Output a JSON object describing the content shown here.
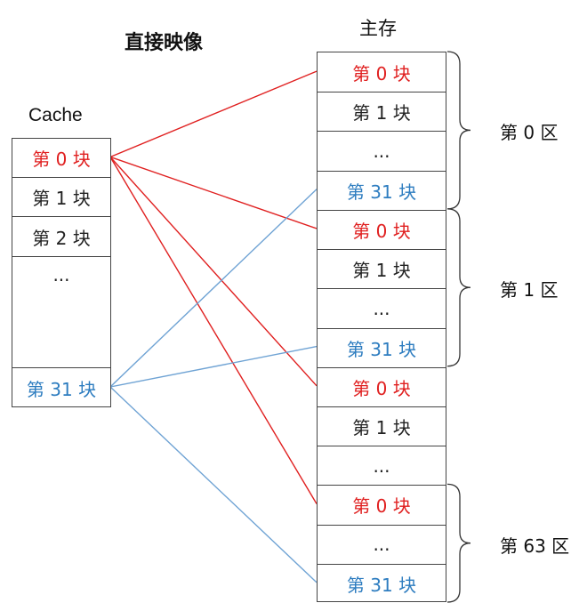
{
  "title": "直接映像",
  "cache": {
    "label": "Cache",
    "rows": [
      {
        "text": "第 0 块",
        "color": "#e02020"
      },
      {
        "text": "第 1 块",
        "color": "#222222"
      },
      {
        "text": "第 2 块",
        "color": "#222222"
      },
      {
        "text": "...",
        "color": "#222222"
      },
      {
        "text": "第 31 块",
        "color": "#2e7dc0"
      }
    ]
  },
  "memory": {
    "label": "主存",
    "rows": [
      {
        "text": "第 0 块",
        "color": "#e02020"
      },
      {
        "text": "第 1 块",
        "color": "#222222"
      },
      {
        "text": "...",
        "color": "#222222"
      },
      {
        "text": "第 31 块",
        "color": "#2e7dc0"
      },
      {
        "text": "第 0 块",
        "color": "#e02020"
      },
      {
        "text": "第 1 块",
        "color": "#222222"
      },
      {
        "text": "...",
        "color": "#222222"
      },
      {
        "text": "第 31 块",
        "color": "#2e7dc0"
      },
      {
        "text": "第 0 块",
        "color": "#e02020"
      },
      {
        "text": "第 1 块",
        "color": "#222222"
      },
      {
        "text": "...",
        "color": "#222222"
      },
      {
        "text": "第 0 块",
        "color": "#e02020"
      },
      {
        "text": "...",
        "color": "#222222"
      },
      {
        "text": "第 31 块",
        "color": "#2e7dc0"
      }
    ]
  },
  "zones": [
    {
      "label": "第 0 区",
      "from": 0,
      "to": 3
    },
    {
      "label": "第 1 区",
      "from": 4,
      "to": 7
    },
    {
      "label": "第 63 区",
      "from": 11,
      "to": 13
    }
  ],
  "mappings": [
    {
      "cache": 0,
      "memory": [
        0,
        4,
        8,
        11
      ],
      "color": "#e02020"
    },
    {
      "cache": 4,
      "memory": [
        3,
        7,
        13
      ],
      "color": "#6fa3d4"
    }
  ]
}
